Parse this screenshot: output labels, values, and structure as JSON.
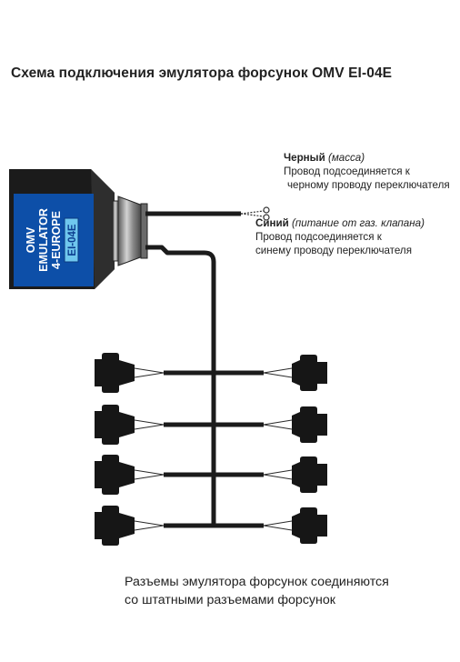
{
  "title": "Схема подключения эмулятора форсунок OMV EI-04E",
  "device": {
    "lines": [
      "OMV",
      "EMULATOR",
      "4-EUROPE"
    ],
    "badge": "EI-04E"
  },
  "wires": {
    "black": {
      "name": "Черный",
      "note": "(масса)",
      "line1": "Провод подсоединяется к",
      "line2": "черному проводу переключателя"
    },
    "blue": {
      "name": "Синий",
      "note": "(питание от газ. клапана)",
      "line1": "Провод подсоединяется к",
      "line2": "синему проводу переключателя"
    }
  },
  "footer": {
    "line1": "Разъемы эмулятора форсунок соединяются",
    "line2": "со штатными разъемами форсунок"
  },
  "connector_rows": 4
}
